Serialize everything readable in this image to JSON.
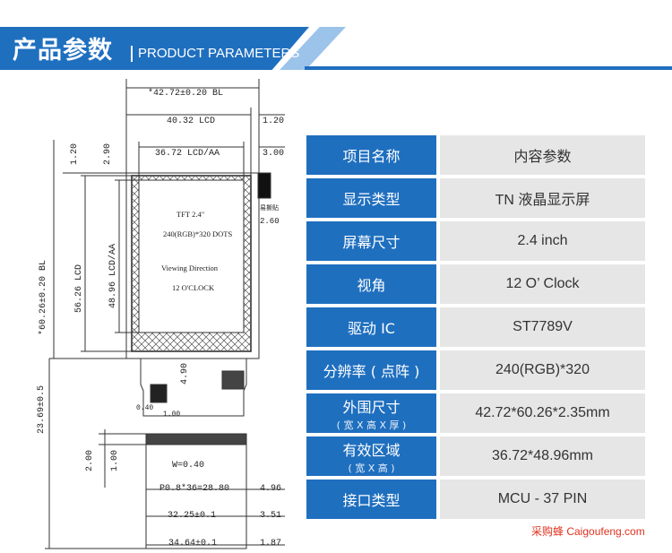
{
  "header": {
    "title_cn": "产品参数",
    "title_en": "PRODUCT PARAMETERS"
  },
  "drawing": {
    "dims": {
      "overall_width": "*42.72±0.20 BL",
      "lcd_width": "40.32 LCD",
      "right_margin": "1.20",
      "aa_width": "36.72 LCD/AA",
      "aa_offset": "3.00",
      "top_margin": "1.20",
      "aa_top": "2.90",
      "overall_height": "*60.26±0.20 BL",
      "lcd_height": "56.26 LCD",
      "aa_height": "48.96 LCD/AA",
      "tail_length": "23.69±0.5",
      "tab_x": "2.00",
      "tab_y": "1.00",
      "w": "W=0.40",
      "pitch": "P0.8*36=28.80",
      "pitch_side": "4.96",
      "fpc_width": "32.25±0.1",
      "fpc_side": "3.51",
      "tail_width": "34.64±0.1",
      "tail_side": "1.87",
      "stiff_h": "4.90",
      "stiff_w": "0.40",
      "stiff_x": "1.00",
      "sticker_dim": "2.60",
      "sticker_label": "易撕贴"
    },
    "panel_text": {
      "line1": "TFT 2.4\"",
      "line2": "240(RGB)*320 DOTS",
      "line3": "Viewing Direction",
      "line4": "12 O'CLOCK"
    }
  },
  "table": {
    "header": {
      "key": "项目名称",
      "value": "内容参数"
    },
    "rows": [
      {
        "key": "显示类型",
        "sub": "",
        "value": "TN 液晶显示屏"
      },
      {
        "key": "屏幕尺寸",
        "sub": "",
        "value": "2.4 inch"
      },
      {
        "key": "视角",
        "sub": "",
        "value": "12 O’ Clock"
      },
      {
        "key": "驱动 IC",
        "sub": "",
        "value": "ST7789V"
      },
      {
        "key": "分辨率 ( 点阵 )",
        "sub": "",
        "value": "240(RGB)*320"
      },
      {
        "key": "外围尺寸",
        "sub": "( 宽 X 高 X 厚 )",
        "value": "42.72*60.26*2.35mm"
      },
      {
        "key": "有效区域",
        "sub": "( 宽 X 高 )",
        "value": "36.72*48.96mm"
      },
      {
        "key": "接口类型",
        "sub": "",
        "value": "MCU - 37 PIN"
      }
    ]
  },
  "watermark": "采购蜂 Caigoufeng.com",
  "colors": {
    "accent": "#1f6fbf",
    "cell_bg": "#e6e6e6",
    "watermark": "#e0321f"
  }
}
